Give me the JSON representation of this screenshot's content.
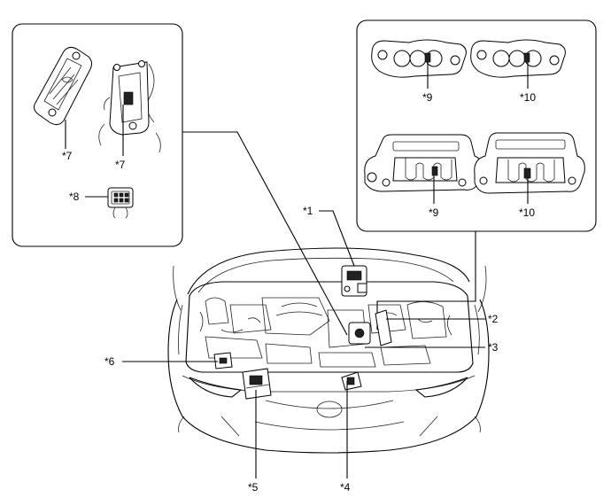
{
  "callouts": {
    "c1": "*1",
    "c2": "*2",
    "c3": "*3",
    "c4": "*4",
    "c5": "*5",
    "c6": "*6",
    "c7a": "*7",
    "c7b": "*7",
    "c8": "*8",
    "c9a": "*9",
    "c9b": "*9",
    "c10a": "*10",
    "c10b": "*10"
  }
}
